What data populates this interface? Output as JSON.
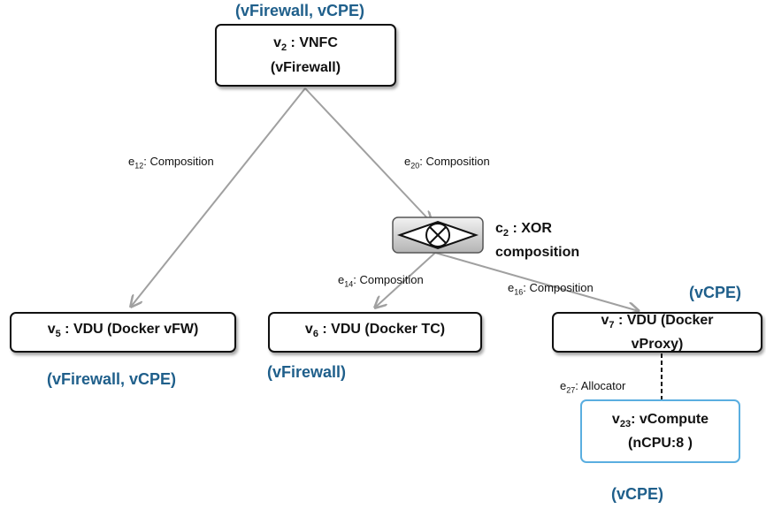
{
  "colors": {
    "tag_text": "#1f5f8b",
    "node_border": "#111111",
    "compute_border": "#5aaee0",
    "edge": "#a0a0a0"
  },
  "nodes": {
    "v2": {
      "prefix": "v",
      "sub": "2",
      "suffix": " : VNFC",
      "line2": "(vFirewall)",
      "tag": "(vFirewall, vCPE)"
    },
    "v5": {
      "prefix": "v",
      "sub": "5",
      "suffix": " : VDU (Docker vFW)",
      "tag": "(vFirewall, vCPE)"
    },
    "v6": {
      "prefix": "v",
      "sub": "6",
      "suffix": " : VDU (Docker TC)",
      "tag": "(vFirewall)"
    },
    "v7": {
      "prefix": "v",
      "sub": "7",
      "suffix": " : VDU (Docker",
      "line2": "vProxy)",
      "tag": "(vCPE)"
    },
    "v23": {
      "prefix": "v",
      "sub": "23",
      "suffix": ": vCompute",
      "line2": "(nCPU:8  )",
      "tag": "(vCPE)"
    }
  },
  "operator": {
    "icon": "xor-gateway-icon",
    "prefix": "c",
    "sub": "2",
    "suffix": " : XOR",
    "line2": "composition"
  },
  "edges": {
    "e12": {
      "prefix": "e",
      "sub": "12",
      "suffix": ": Composition"
    },
    "e20": {
      "prefix": "e",
      "sub": "20",
      "suffix": ": Composition"
    },
    "e14": {
      "prefix": "e",
      "sub": "14",
      "suffix": ": Composition"
    },
    "e16": {
      "prefix": "e",
      "sub": "16",
      "suffix": ": Composition"
    },
    "e27": {
      "prefix": "e",
      "sub": "27",
      "suffix": ": Allocator"
    }
  }
}
